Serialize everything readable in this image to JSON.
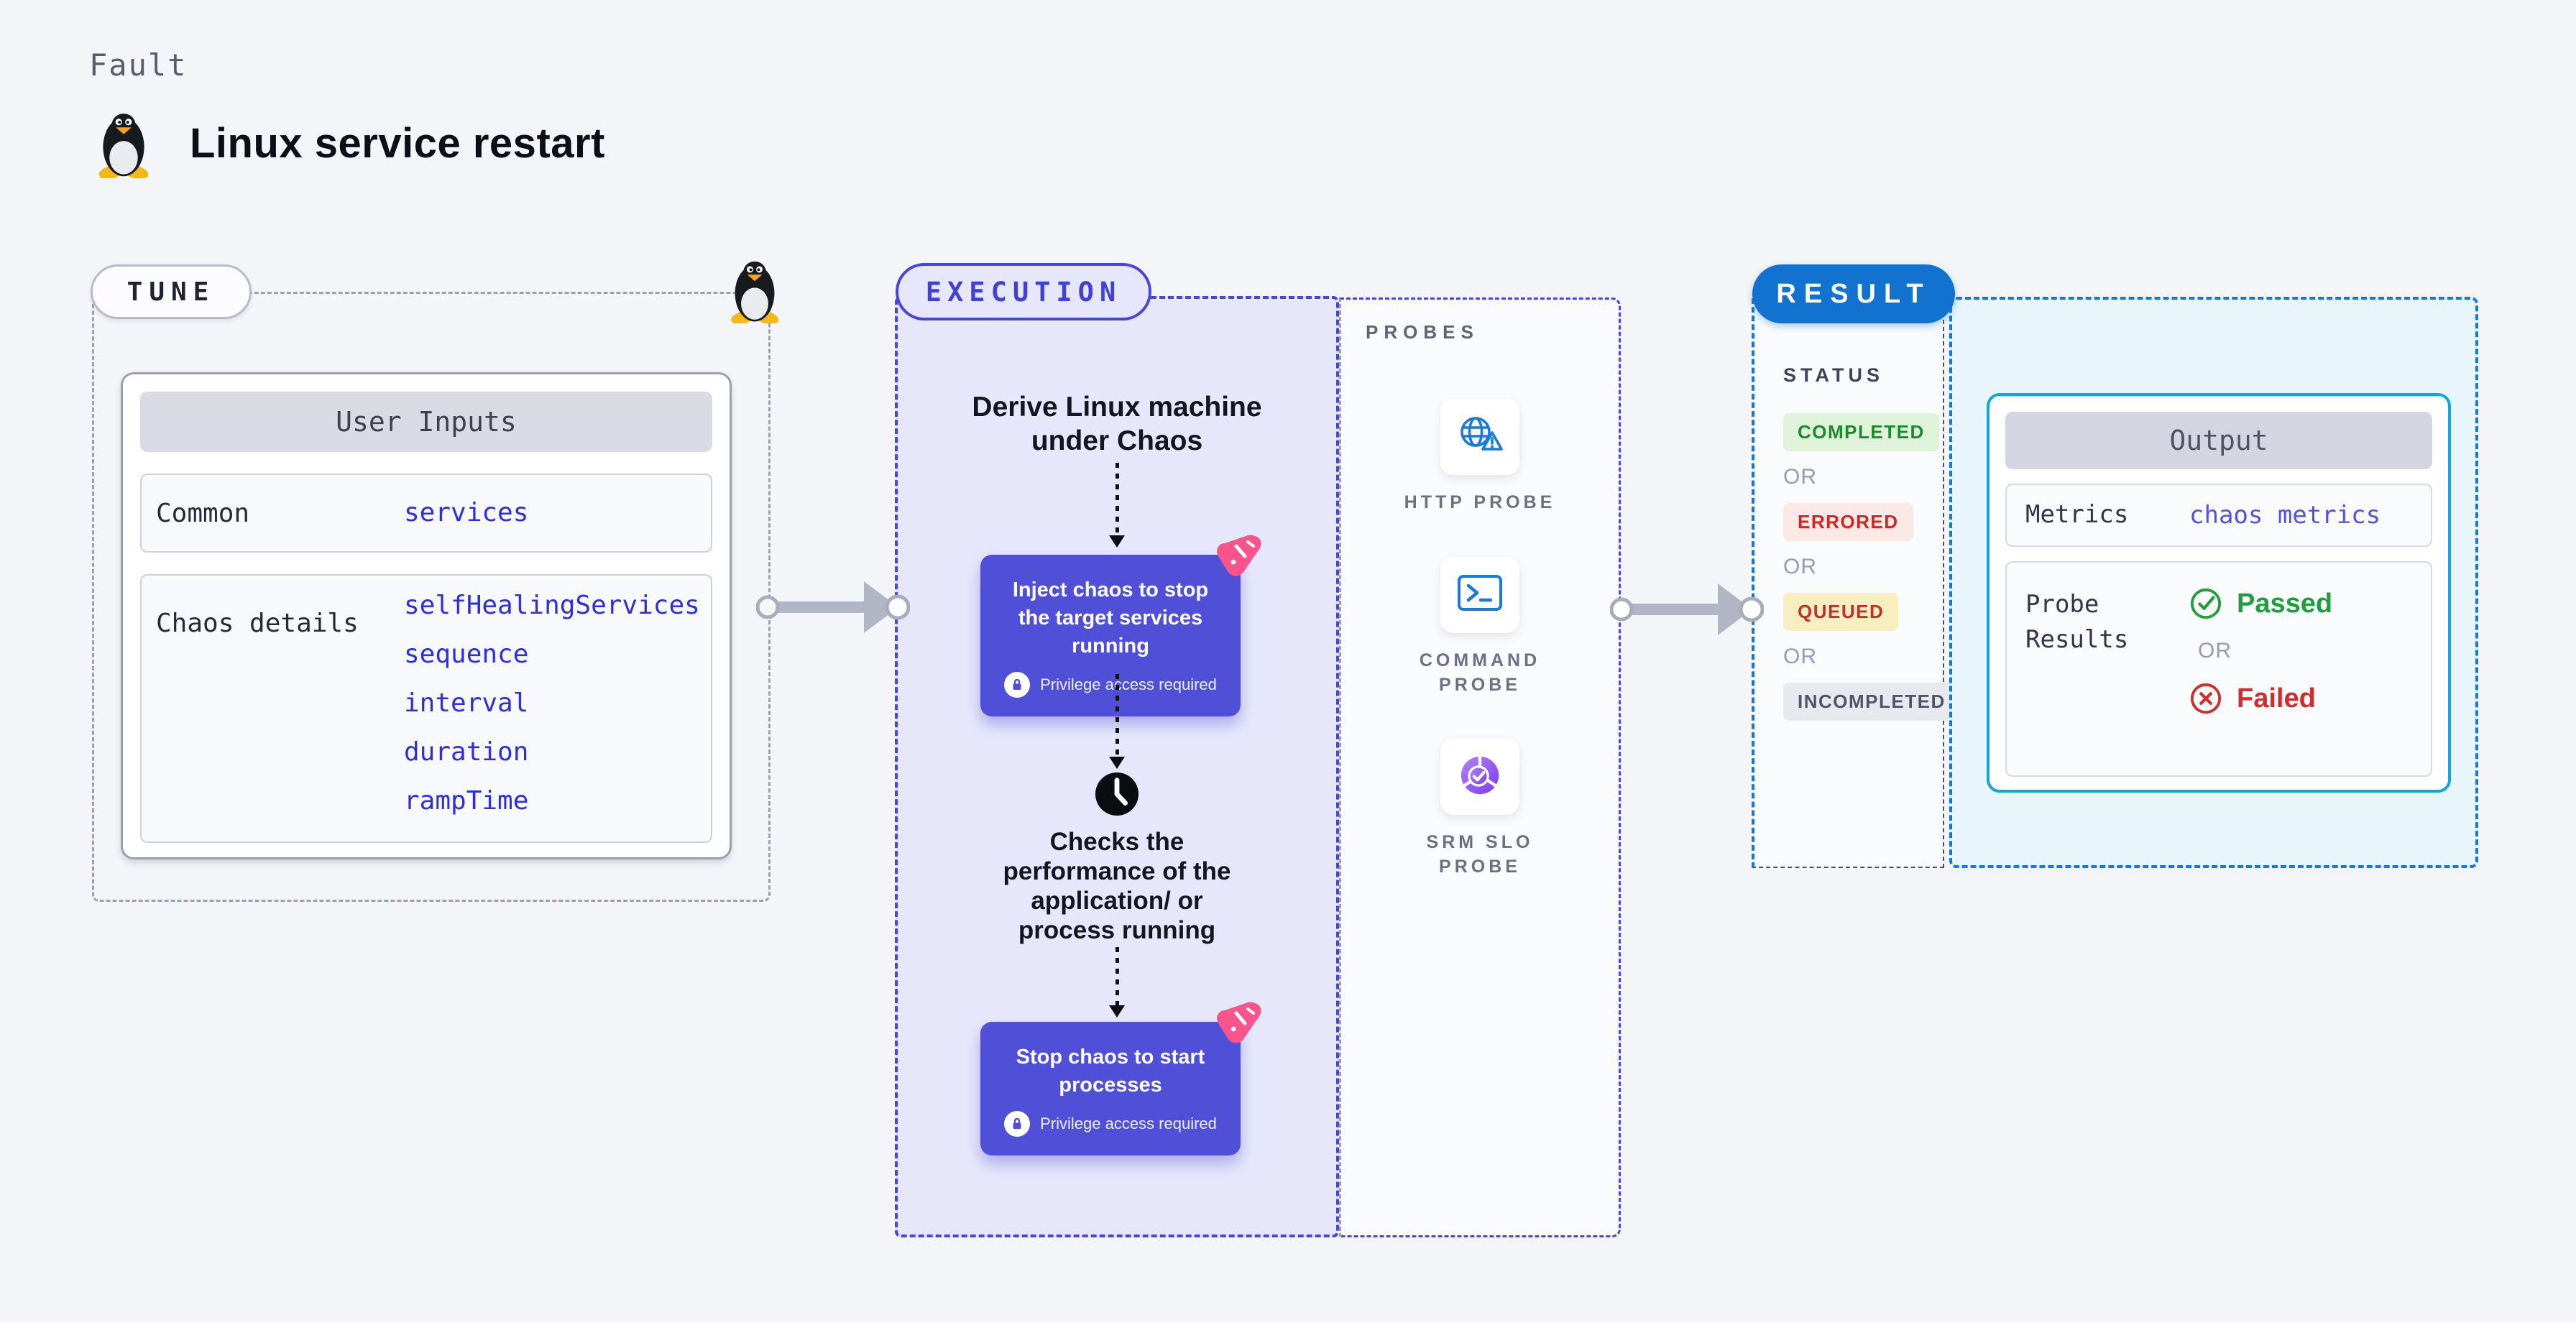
{
  "header": {
    "category_label": "Fault",
    "title": "Linux service restart"
  },
  "tune": {
    "pill_label": "TUNE",
    "user_inputs": {
      "title": "User Inputs",
      "rows": [
        {
          "label": "Common",
          "values": [
            "services"
          ]
        },
        {
          "label": "Chaos details",
          "values": [
            "selfHealingServices",
            "sequence",
            "interval",
            "duration",
            "rampTime"
          ]
        }
      ]
    }
  },
  "execution": {
    "pill_label": "EXECUTION",
    "step1_text": "Derive Linux machine under Chaos",
    "action1": {
      "title": "Inject chaos to stop the target services running",
      "badge": "Privilege access required"
    },
    "step2_text": "Checks the performance of the application/ or process running",
    "action2": {
      "title": "Stop chaos to start processes",
      "badge": "Privilege access required"
    }
  },
  "probes": {
    "section_label": "PROBES",
    "items": [
      {
        "label": "HTTP PROBE",
        "icon": "globe-warning-icon"
      },
      {
        "label": "COMMAND PROBE",
        "icon": "terminal-icon"
      },
      {
        "label": "SRM SLO PROBE",
        "icon": "slo-pie-icon"
      }
    ]
  },
  "result": {
    "pill_label": "RESULT",
    "status": {
      "heading": "STATUS",
      "or_label": "OR",
      "badges": [
        {
          "label": "COMPLETED",
          "fg": "#1b8c2e",
          "bg": "#dff2da"
        },
        {
          "label": "ERRORED",
          "fg": "#cd2626",
          "bg": "#fbe9e6"
        },
        {
          "label": "QUEUED",
          "fg": "#bf3030",
          "bg": "#f8efc0"
        },
        {
          "label": "INCOMPLETED",
          "fg": "#4f5568",
          "bg": "#e8e9ef"
        }
      ]
    },
    "output": {
      "title": "Output",
      "metrics_label": "Metrics",
      "metrics_value": "chaos metrics",
      "probe_results_label": "Probe Results",
      "passed_label": "Passed",
      "or_label": "OR",
      "failed_label": "Failed"
    }
  },
  "colors": {
    "accent_indigo": "#4845d8",
    "action_box": "#504fd8",
    "execution_bg": "#e7e7fc",
    "result_blue": "#1173cf",
    "output_border_cyan": "#0fa9d8",
    "output_bg": "#e8f6fc",
    "value_blue": "#2e2ee0",
    "passed_green": "#1f9e3d",
    "failed_red": "#d22c2c",
    "chaos_pink": "#f9558c"
  }
}
